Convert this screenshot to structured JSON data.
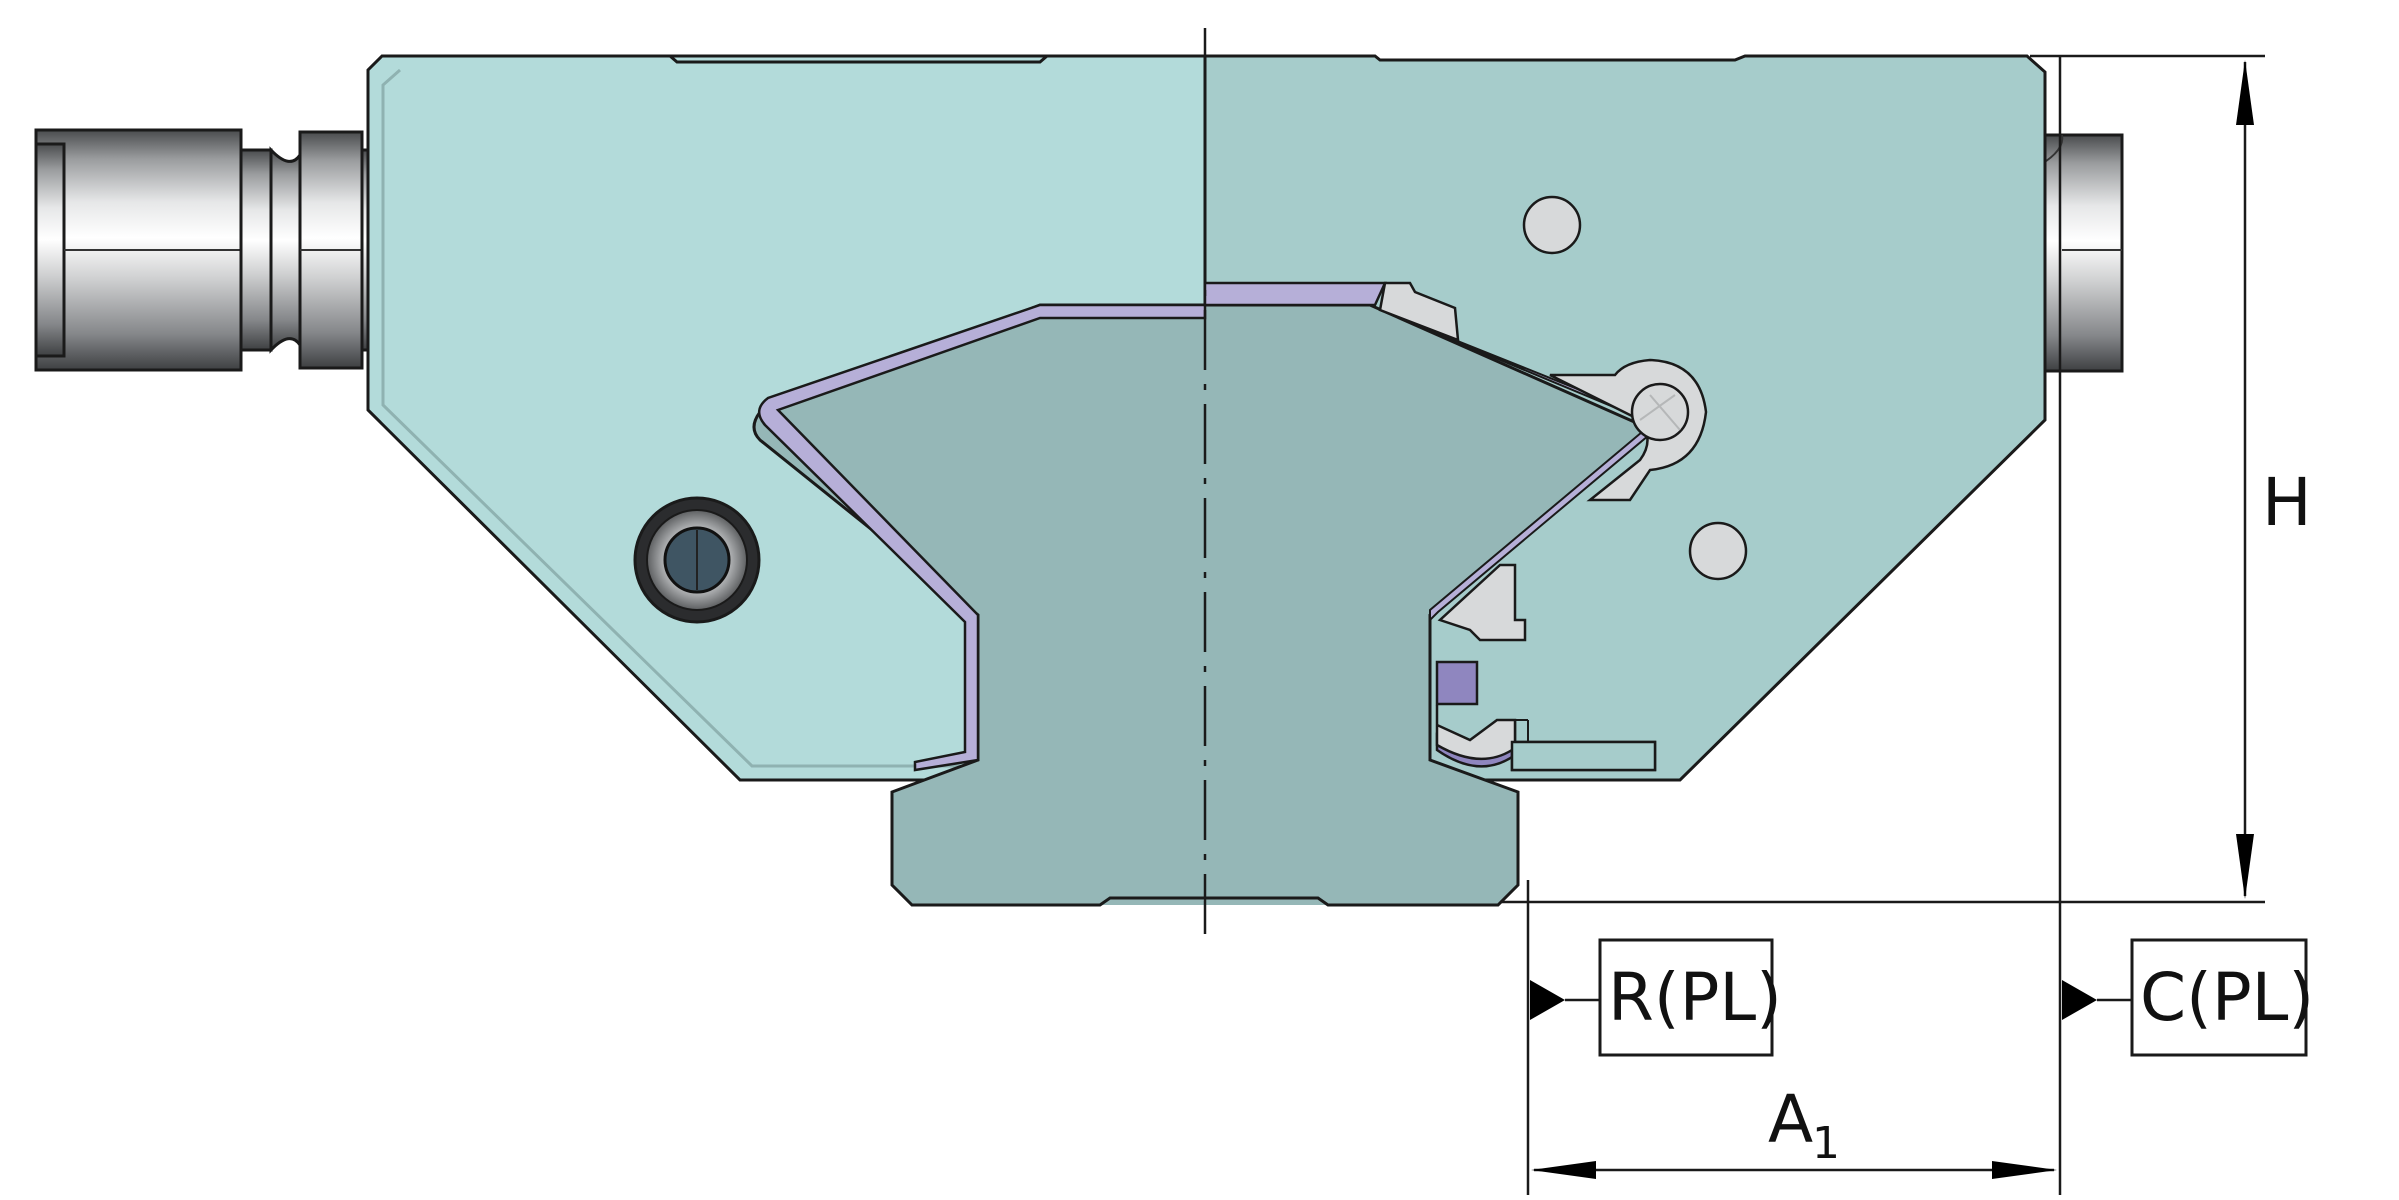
{
  "diagram": {
    "dimension_labels": {
      "height": "H",
      "distance_main": "A",
      "distance_sub": "1"
    },
    "reference_boxes": {
      "rail_reference": "R(PL)",
      "carriage_reference": "C(PL)"
    }
  },
  "colors": {
    "carriage_body_left": "#b3dbda",
    "carriage_body_right": "#a6cccb",
    "rail": "#95b7b7",
    "seal_strip": "#b6afd8",
    "seal_dark": "#8f86bf",
    "component_grey": "#d7d9da",
    "outline": "#1a1a1a",
    "background": "#ffffff"
  }
}
